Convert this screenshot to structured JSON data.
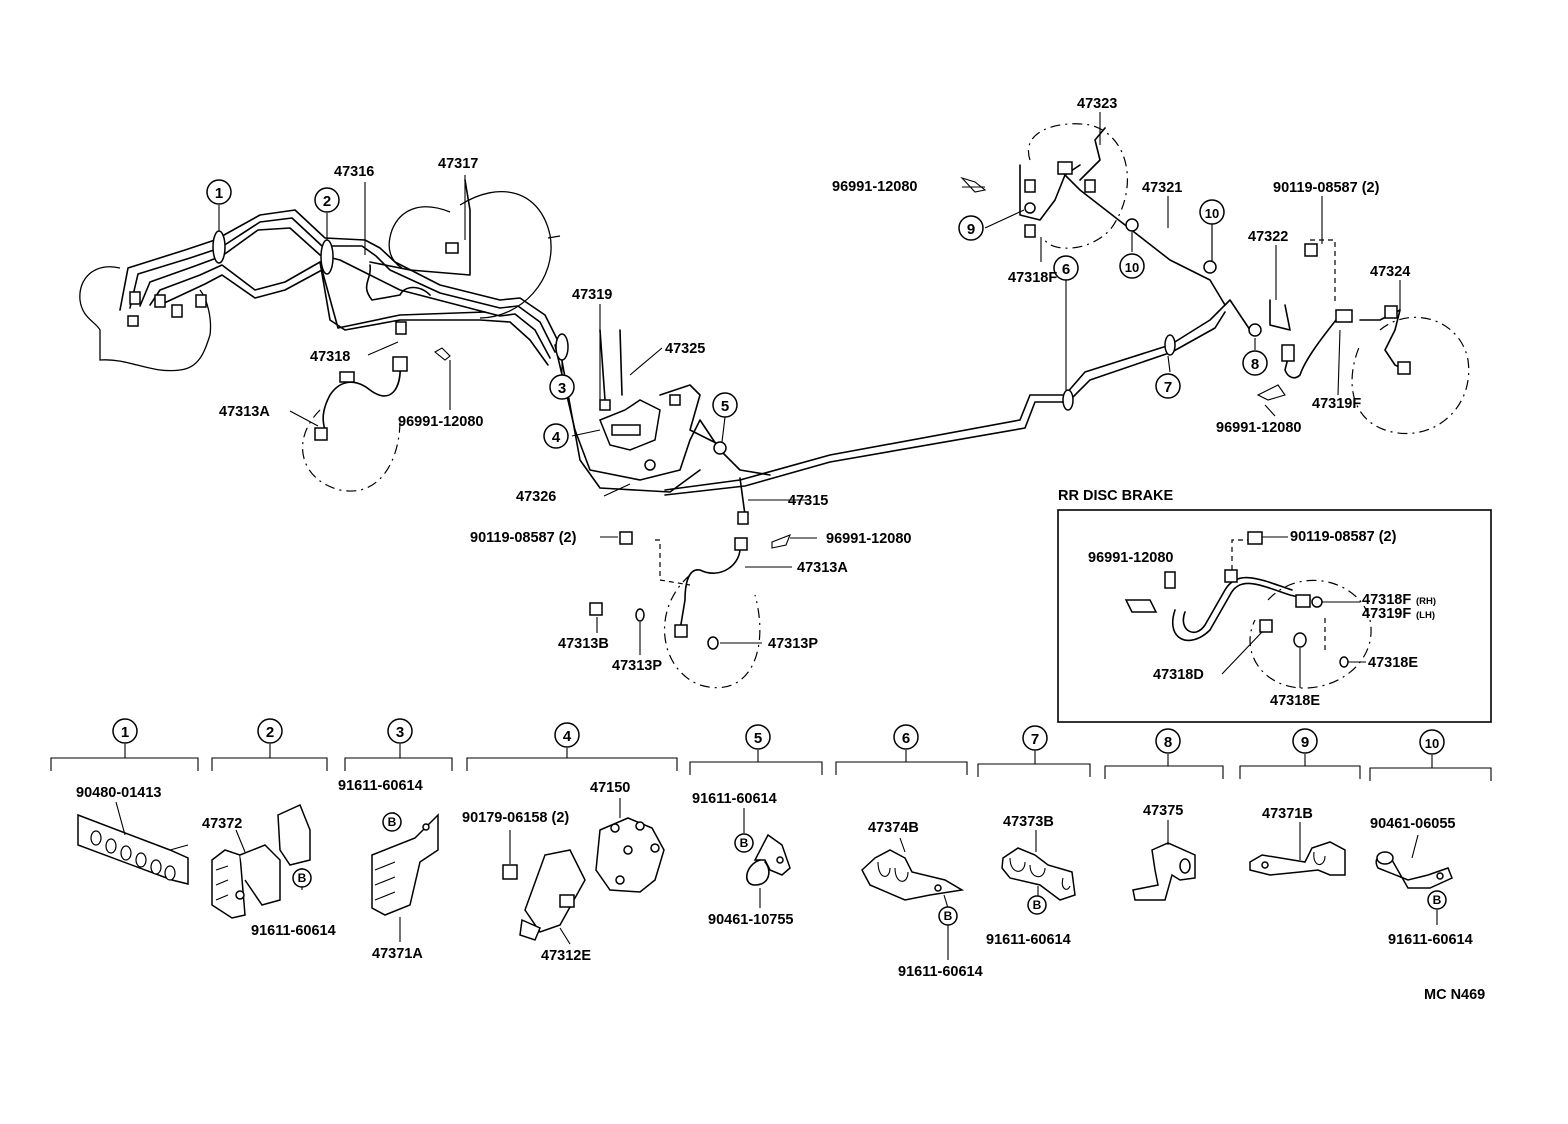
{
  "callouts": {
    "c1": "1",
    "c2": "2",
    "c3": "3",
    "c4": "4",
    "c5": "5",
    "c6": "6",
    "c7": "7",
    "c8": "8",
    "c9": "9",
    "c10": "10"
  },
  "labels": {
    "p47316": "47316",
    "p47317": "47317",
    "p47318": "47318",
    "p47313A_left": "47313A",
    "p96991_left": "96991-12080",
    "p47319": "47319",
    "p47325": "47325",
    "p47326": "47326",
    "p47315": "47315",
    "p90119_mid": "90119-08587 (2)",
    "p96991_mid": "96991-12080",
    "p47313A_mid": "47313A",
    "p47313B": "47313B",
    "p47313P_a": "47313P",
    "p47313P_b": "47313P",
    "p47323": "47323",
    "p96991_top": "96991-12080",
    "p47321": "47321",
    "p90119_top": "90119-08587 (2)",
    "p47322": "47322",
    "p47324": "47324",
    "p47318F": "47318F",
    "p47319F": "47319F",
    "p96991_right": "96991-12080"
  },
  "rr_disc": {
    "title": "RR DISC BRAKE",
    "p90119": "90119-08587 (2)",
    "p96991": "96991-12080",
    "p47318F": "47318F",
    "rh": "(RH)",
    "p47319F": "47319F",
    "lh": "(LH)",
    "p47318E_a": "47318E",
    "p47318D": "47318D",
    "p47318E_b": "47318E"
  },
  "groups": {
    "g1": {
      "num": "1",
      "p1": "90480-01413"
    },
    "g2": {
      "num": "2",
      "p1": "47372",
      "p2": "91611-60614"
    },
    "g3": {
      "num": "3",
      "p1": "91611-60614",
      "p2": "47371A"
    },
    "g4": {
      "num": "4",
      "p1": "47150",
      "p2": "90179-06158 (2)",
      "p3": "47312E"
    },
    "g5": {
      "num": "5",
      "p1": "91611-60614",
      "p2": "90461-10755"
    },
    "g6": {
      "num": "6",
      "p1": "47374B",
      "p2": "91611-60614"
    },
    "g7": {
      "num": "7",
      "p1": "47373B",
      "p2": "91611-60614"
    },
    "g8": {
      "num": "8",
      "p1": "47375"
    },
    "g9": {
      "num": "9",
      "p1": "47371B"
    },
    "g10": {
      "num": "10",
      "p1": "90461-06055",
      "p2": "91611-60614"
    }
  },
  "bolt_marker": "B",
  "code": "MC N469"
}
